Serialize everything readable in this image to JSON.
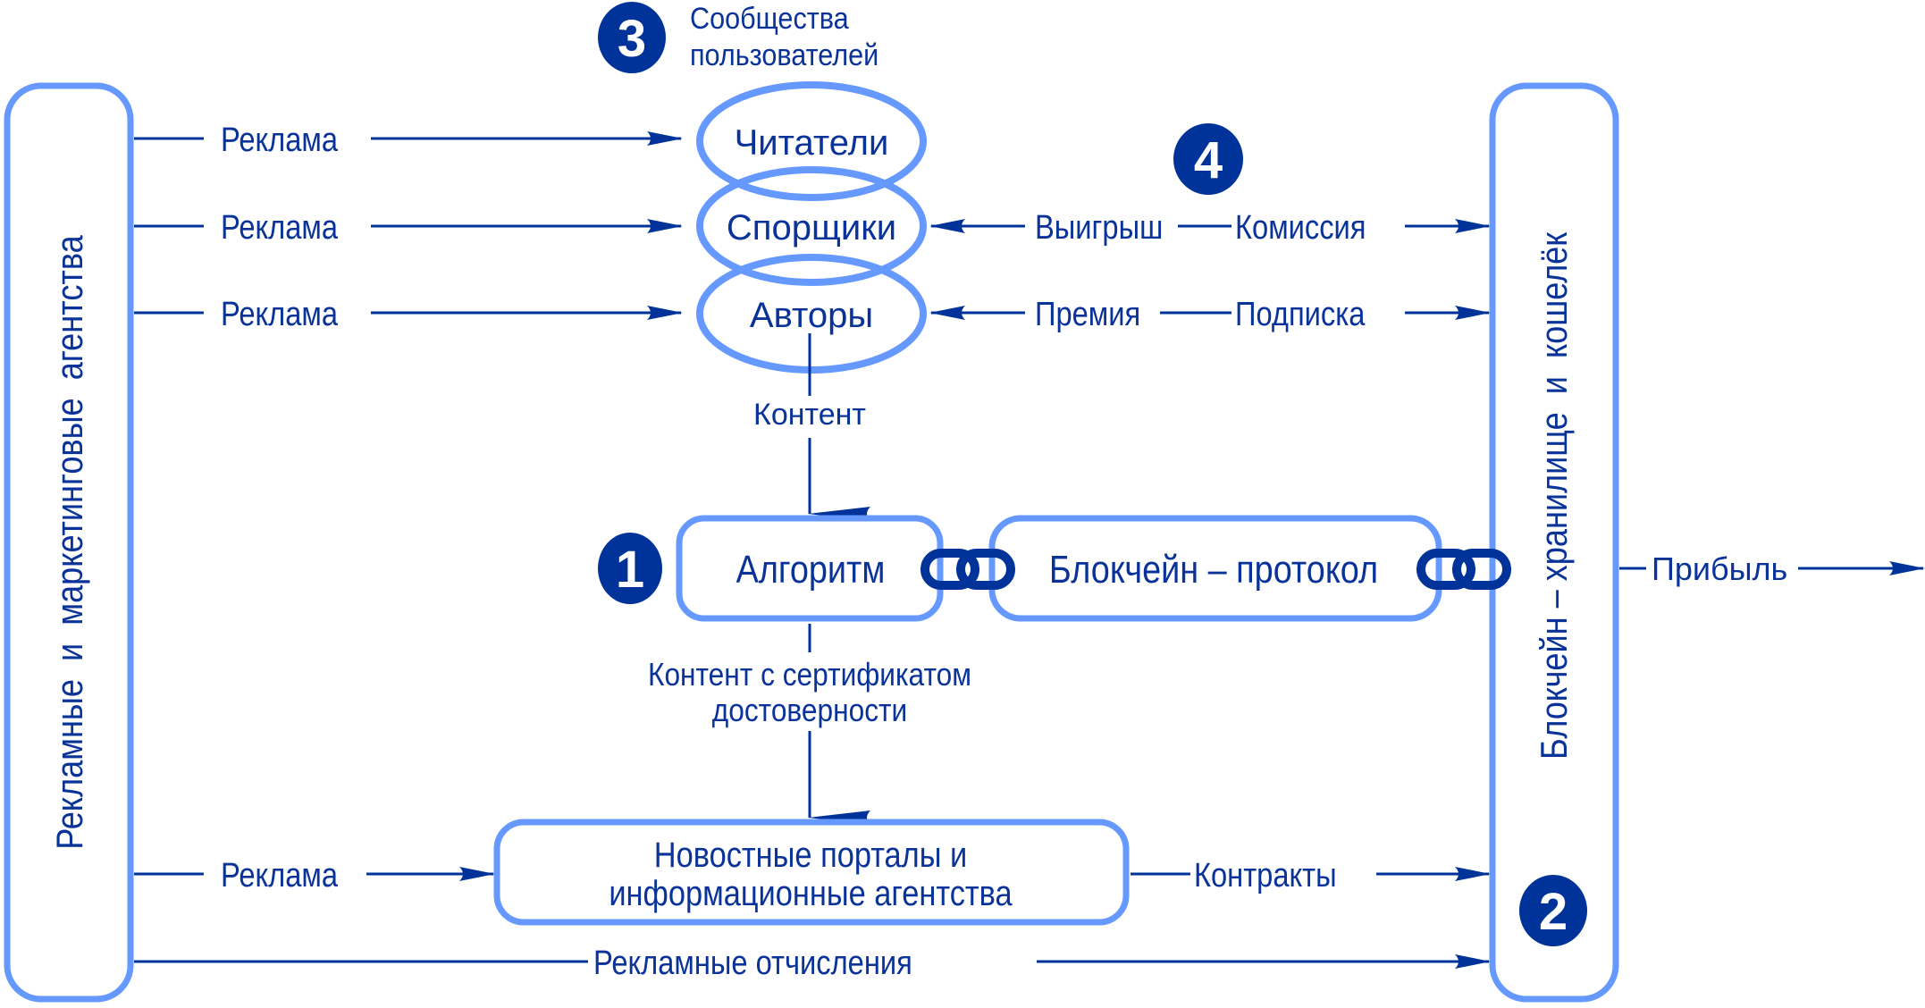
{
  "colors": {
    "box_stroke": "#6699ff",
    "line": "#003399",
    "text": "#0a3399",
    "badge_fill": "#003399",
    "badge_text": "#ffffff"
  },
  "badges": {
    "one": "1",
    "two": "2",
    "three": "3",
    "four": "4"
  },
  "left_box": {
    "label": "Рекламные  и  маркетинговые  агентства"
  },
  "right_box": {
    "label": "Блокчейн – хранилище  и  кошелёк"
  },
  "communities": {
    "title_line1": "Сообщества",
    "title_line2": "пользователей",
    "readers": "Читатели",
    "bettors": "Спорщики",
    "authors": "Авторы"
  },
  "algorithm_box": {
    "label": "Алгоритм"
  },
  "protocol_box": {
    "label": "Блокчейн – протокол"
  },
  "news_box": {
    "line1": "Новостные порталы и",
    "line2": "информационные агентства"
  },
  "flows": {
    "ad_readers": "Реклама",
    "ad_bettors": "Реклама",
    "ad_authors": "Реклама",
    "ad_news": "Реклама",
    "winnings": "Выигрыш",
    "commission": "Комиссия",
    "bonus": "Премия",
    "subscription": "Подписка",
    "content": "Контент",
    "certified_line1": "Контент с сертификатом",
    "certified_line2": "достоверности",
    "contracts": "Контракты",
    "ad_deductions": "Рекламные отчисления",
    "profit": "Прибыль"
  },
  "icons": {
    "link_1": "chain-link-icon",
    "link_2": "chain-link-icon"
  }
}
